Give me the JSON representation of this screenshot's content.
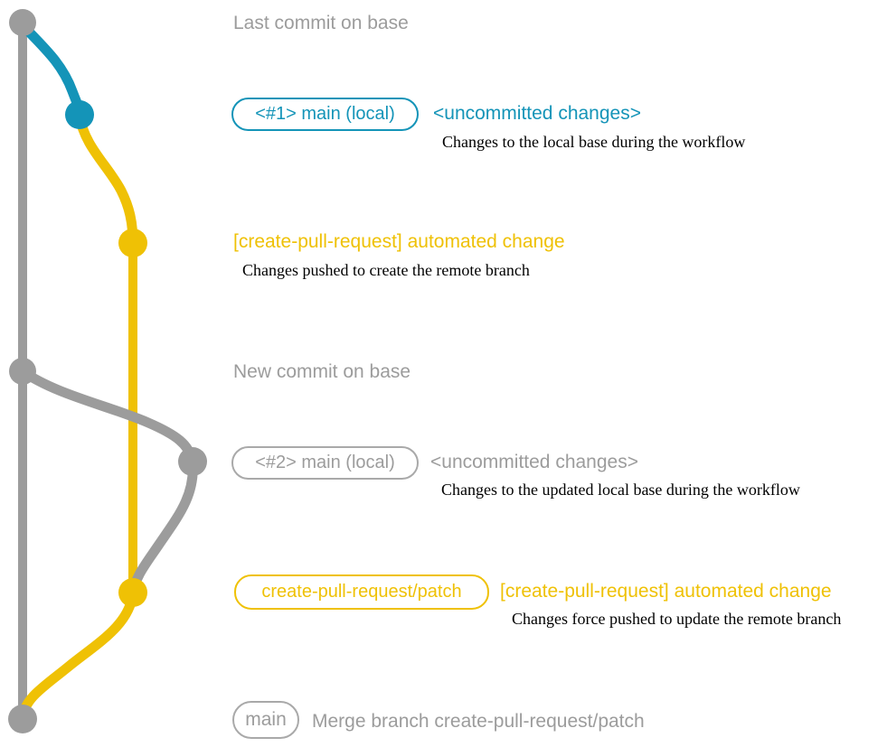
{
  "colors": {
    "background": "#ffffff",
    "gray_graph": "#9c9c9c",
    "gray_text": "#9c9c9c",
    "gray_border": "#a9a9a9",
    "teal": "#1494b8",
    "yellow": "#efc105",
    "desc_text": "#000000"
  },
  "graph": {
    "branches": [
      {
        "name": "base",
        "color": "gray"
      },
      {
        "name": "main (local) #1",
        "color": "teal"
      },
      {
        "name": "create-pull-request/patch",
        "color": "yellow"
      },
      {
        "name": "main (local) #2",
        "color": "gray"
      }
    ],
    "commits": [
      {
        "id": "last-commit-on-base",
        "color": "gray"
      },
      {
        "id": "uncommitted-changes-1",
        "color": "teal"
      },
      {
        "id": "automated-change-1",
        "color": "yellow"
      },
      {
        "id": "new-commit-on-base",
        "color": "gray"
      },
      {
        "id": "uncommitted-changes-2",
        "color": "gray"
      },
      {
        "id": "automated-change-2",
        "color": "yellow"
      },
      {
        "id": "merge-commit",
        "color": "gray"
      }
    ]
  },
  "annotations": {
    "heading1": "Last commit on base",
    "heading2": "New commit on base",
    "row1": {
      "badge": "<#1> main (local)",
      "title": "<uncommitted changes>",
      "desc": "Changes to the local base during the workflow"
    },
    "row2": {
      "title": "[create-pull-request] automated change",
      "desc": "Changes pushed to create the remote branch"
    },
    "row3": {
      "badge": "<#2> main (local)",
      "title": "<uncommitted changes>",
      "desc": "Changes to the updated local base during the workflow"
    },
    "row4": {
      "badge": "create-pull-request/patch",
      "title": "[create-pull-request] automated change",
      "desc": "Changes force pushed to update the remote branch"
    },
    "row5": {
      "badge": "main",
      "title": "Merge branch create-pull-request/patch"
    }
  }
}
